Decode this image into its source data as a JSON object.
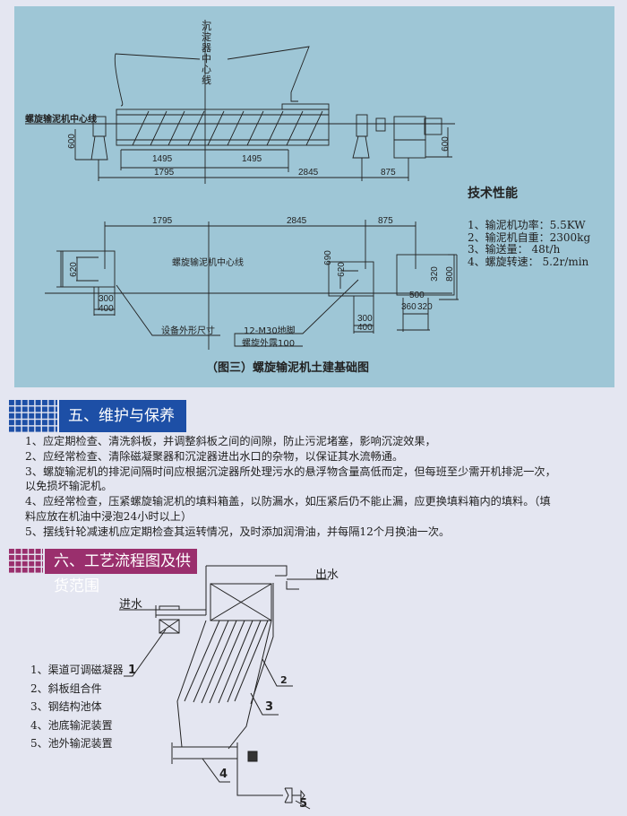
{
  "drawing_top": {
    "settler_centerline": "沉淀器中心线",
    "conveyor_centerline": "螺旋输泥机中心线",
    "dims": [
      "1495",
      "1495",
      "1795",
      "2845",
      "875",
      "600",
      "600"
    ]
  },
  "specs": {
    "title": "技术性能",
    "items": [
      "1、输泥机功率：5.5KW",
      "2、输泥机自重：2300kg",
      "3、输送量：    48t/h",
      "4、螺旋转速：   5.2r/min"
    ]
  },
  "drawing_foundation": {
    "conveyor_centerline": "螺旋输泥机中心线",
    "dims": [
      "1795",
      "2845",
      "875",
      "620",
      "300",
      "400",
      "690",
      "620",
      "300",
      "400",
      "320",
      "800",
      "500",
      "360",
      "320"
    ],
    "label_outline": "设备外形尺寸",
    "label_bolt": "12-M30地脚",
    "label_thread": "螺旋外露100",
    "caption": "（图三）螺旋输泥机土建基础图"
  },
  "section5": {
    "title": "五、维护与保养",
    "color": "#1d4fa6",
    "lines": [
      "1、应定期检查、清洗斜板，并调整斜板之间的间隙，防止污泥堵塞，影响沉淀效果，",
      "2、应经常检查、清除磁凝聚器和沉淀器进出水口的杂物，以保证其水流畅通。",
      "3、螺旋输泥机的排泥间隔时间应根据沉淀器所处理污水的悬浮物含量高低而定，但每班至少需开机排泥一次，",
      "   以免损坏输泥机。",
      "4、应经常检查，压紧螺旋输泥机的填料箱盖，以防漏水，如压紧后仍不能止漏，应更换填料箱内的填料。（填",
      "   料应放在机油中浸泡24小时以上）",
      "5、摆线针轮减速机应定期检查其运转情况，及时添加润滑油，并每隔12个月换油一次。"
    ]
  },
  "section6": {
    "title": "六、工艺流程图及供货范围",
    "color": "#9a2f6d",
    "inlet": "进水",
    "outlet": "出水",
    "callouts": [
      "1",
      "2",
      "3",
      "4",
      "5"
    ],
    "items": [
      "1、渠道可调磁凝器",
      "2、斜板组合件",
      "3、钢结构池体",
      "4、池底输泥装置",
      "5、池外输泥装置"
    ]
  }
}
